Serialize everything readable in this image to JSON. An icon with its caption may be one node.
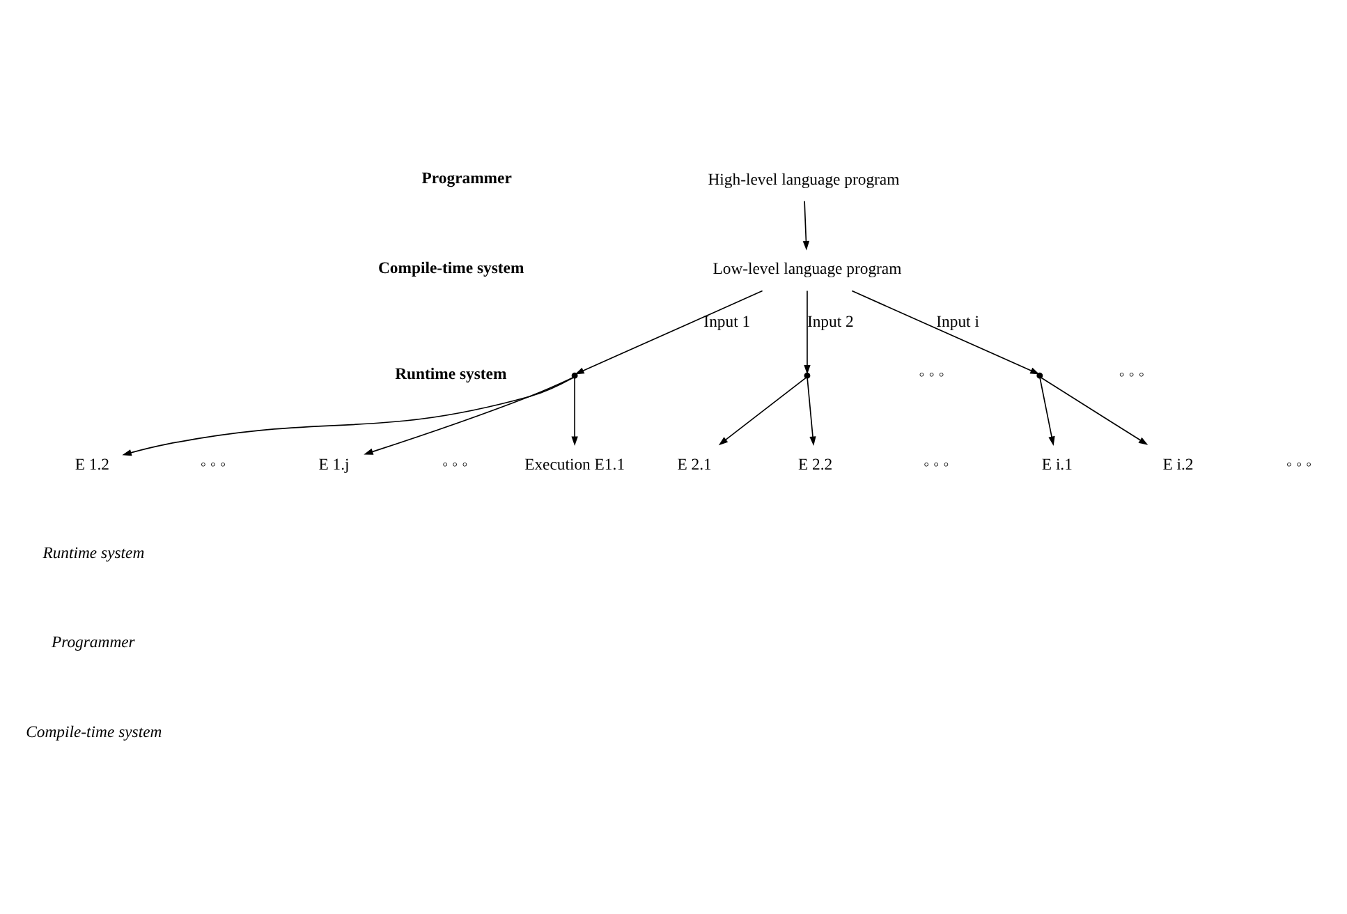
{
  "diagram": {
    "nodes": [
      {
        "text": [
          "High-level language program"
        ]
      },
      {
        "text": [
          "Low-level language program"
        ]
      },
      {
        "text": [],
        "shape": "point"
      },
      {
        "text": [],
        "shape": "point"
      },
      {
        "text": [],
        "shape": "point"
      },
      {
        "text": [
          "Execution E1.1"
        ]
      },
      {
        "text": [
          "E 1.2"
        ]
      },
      {
        "text": [
          "E 1.j"
        ]
      },
      {
        "text": [
          "E 2.1"
        ]
      },
      {
        "text": [
          "E 2.2"
        ]
      },
      {
        "text": [
          "E i.1"
        ]
      },
      {
        "text": [
          "E i.2"
        ]
      }
    ],
    "edges": [
      {
        "from": 0,
        "to": 1,
        "arrow": "to"
      },
      {
        "from": 1,
        "to": 2,
        "arrow": "to",
        "label": "Input 1"
      },
      {
        "from": 1,
        "to": 3,
        "arrow": "to",
        "label": "Input 2"
      },
      {
        "from": 1,
        "to": 4,
        "arrow": "to",
        "label": "Input i"
      },
      {
        "from": 2,
        "to": 5,
        "arrow": "to"
      },
      {
        "from": 2,
        "to": 6,
        "arrow": "to"
      },
      {
        "from": 2,
        "to": 7,
        "arrow": "to"
      },
      {
        "from": 3,
        "to": 8,
        "arrow": "to"
      },
      {
        "from": 3,
        "to": 9,
        "arrow": "to"
      },
      {
        "from": 4,
        "to": 10,
        "arrow": "to"
      },
      {
        "from": 4,
        "to": 11,
        "arrow": "to"
      }
    ],
    "labels": [
      "Programmer",
      "Compile-time system",
      "Runtime system",
      "◦ ◦ ◦",
      "◦ ◦ ◦",
      "◦ ◦ ◦",
      "◦ ◦ ◦",
      "◦ ◦ ◦",
      "◦ ◦ ◦",
      "Runtime system",
      "Programmer",
      "Compile-time system"
    ]
  }
}
